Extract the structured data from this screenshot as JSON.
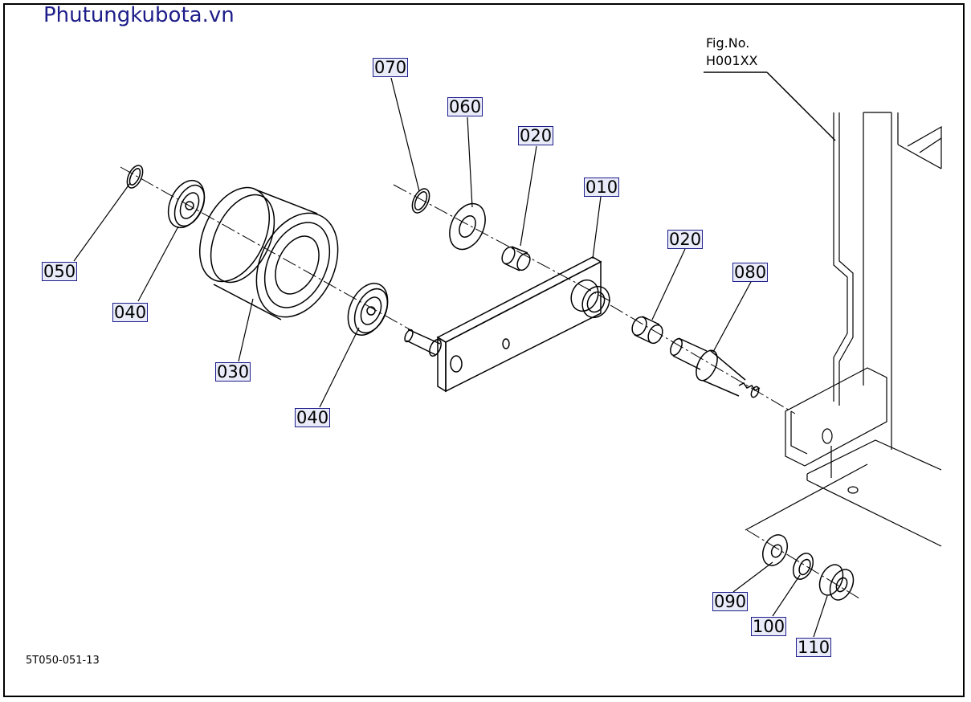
{
  "header": {
    "site_title": "Phutungkubota.vn"
  },
  "figure": {
    "fig_no_label": "Fig.No.",
    "fig_code": "H001XX",
    "drawing_code": "5T050-051-13"
  },
  "callouts": {
    "c070": "070",
    "c060": "060",
    "c020a": "020",
    "c010": "010",
    "c020b": "020",
    "c080": "080",
    "c050": "050",
    "c040a": "040",
    "c030": "030",
    "c040b": "040",
    "c090": "090",
    "c100": "100",
    "c110": "110"
  },
  "colors": {
    "title": "#1d1d8a",
    "callout_border": "#1d1d8a",
    "callout_fill": "#e9ecf8",
    "line": "#000000"
  }
}
